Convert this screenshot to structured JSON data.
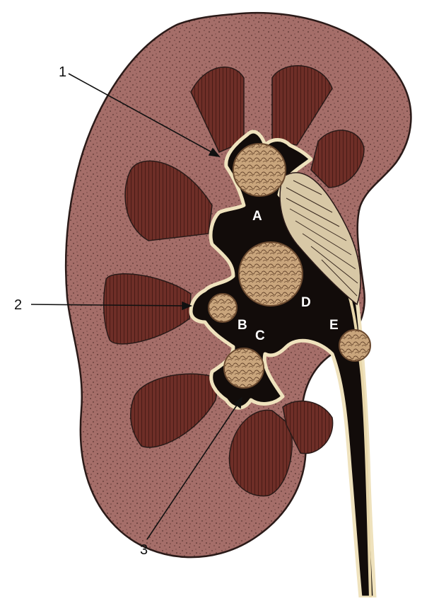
{
  "labels": {
    "one": "1",
    "two": "2",
    "three": "3",
    "a": "A",
    "b": "B",
    "c": "C",
    "d": "D",
    "e": "E"
  },
  "colors": {
    "cortex": "#a56e69",
    "cortex_edge": "#2a1a18",
    "pyramid": "#6e2e27",
    "pyramid_lines": "#3a1410",
    "pelvis": "#120c0a",
    "lining": "#efe2bd",
    "stone": "#c9a57c",
    "stone_dark": "#6b4a30",
    "ureter_wall": "#e8d7aa"
  }
}
